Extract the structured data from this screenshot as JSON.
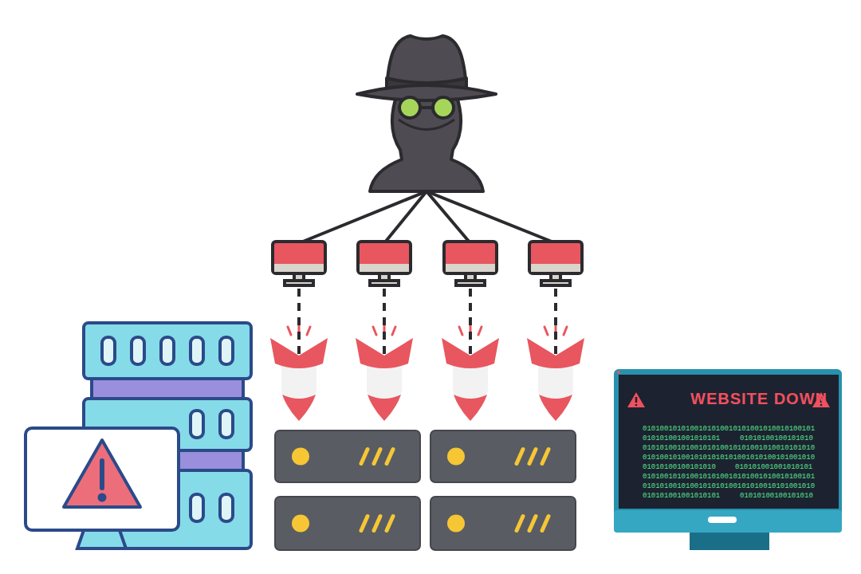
{
  "diagram": {
    "nodes": [
      {
        "text": [
          "WEBSITE DOWN"
        ]
      }
    ],
    "labels": [
      "0101001010100101010010101001010010100101",
      "010101001001010101",
      "01010100100101010",
      "0101010010100101010010101001010010101010",
      "0101001010010101010101001010100101001010",
      "01010100100101010",
      "010101001001010101",
      "0101001010100101010010101001010010100101",
      "0101010010100101010100101010010101001010",
      "010101001001010101",
      "01010100100101010"
    ]
  }
}
